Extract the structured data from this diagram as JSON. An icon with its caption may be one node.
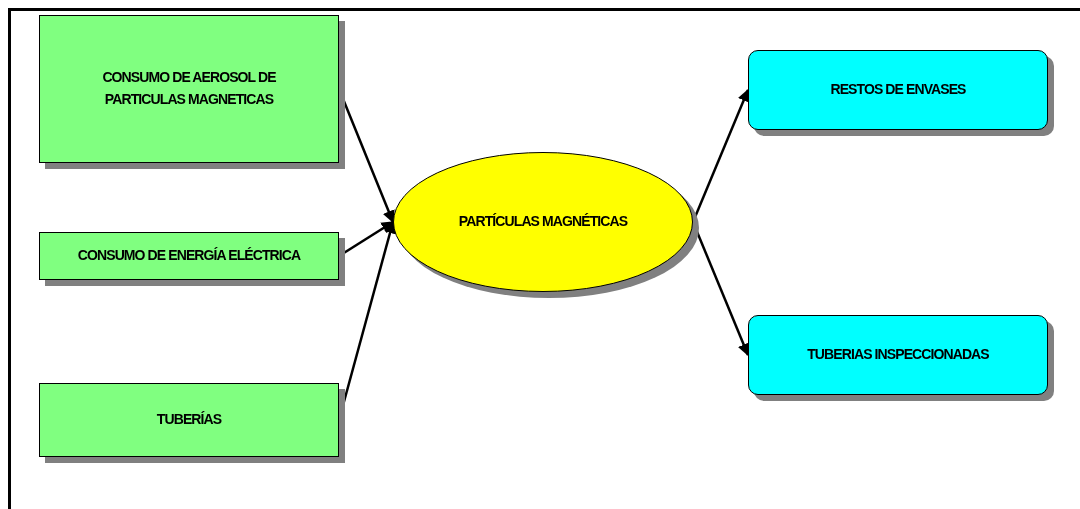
{
  "diagram": {
    "nodes": [
      {
        "text": [
          "CONSUMO DE AEROSOL DE PARTICULAS MAGNETICAS"
        ]
      },
      {
        "text": [
          "CONSUMO DE ENERGÍA ELÉCTRICA"
        ]
      },
      {
        "text": [
          "TUBERÍAS"
        ]
      },
      {
        "text": [
          "PARTÍCULAS MAGNÉTICAS"
        ]
      },
      {
        "text": [
          "RESTOS DE ENVASES"
        ]
      },
      {
        "text": [
          "TUBERIAS INSPECCIONADAS"
        ]
      }
    ],
    "edges": [
      {
        "from": 0,
        "to": 3,
        "arrow": "to"
      },
      {
        "from": 1,
        "to": 3,
        "arrow": "to"
      },
      {
        "from": 2,
        "to": 3,
        "arrow": "to"
      },
      {
        "from": 3,
        "to": 4,
        "arrow": "to"
      },
      {
        "from": 3,
        "to": 5,
        "arrow": "to"
      }
    ]
  }
}
